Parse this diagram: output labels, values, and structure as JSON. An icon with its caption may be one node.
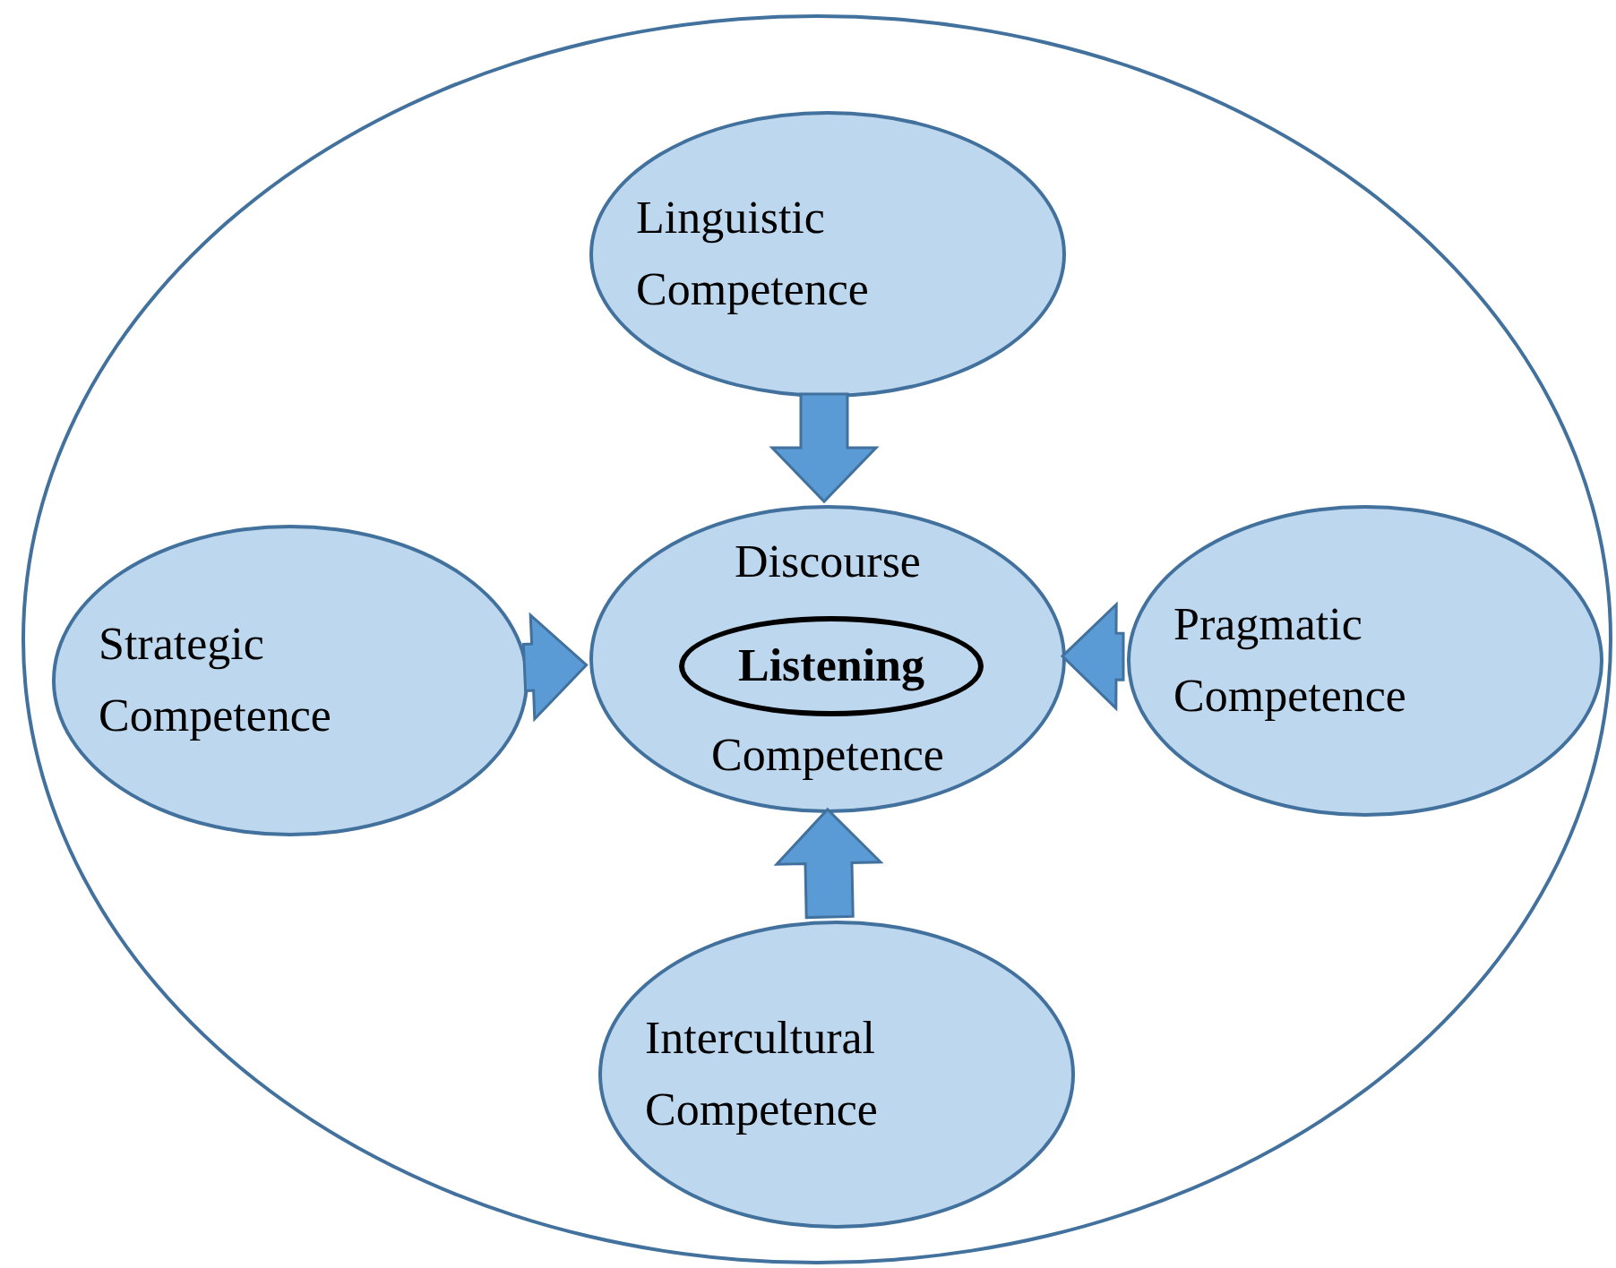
{
  "diagram": {
    "nodes": [
      {
        "text": [],
        "shape": "circle"
      },
      {
        "text": [
          "Linguistic Competence"
        ],
        "in": 0
      },
      {
        "text": [
          "Strategic Competence"
        ],
        "in": 0
      },
      {
        "text": [
          "Discourse",
          "Competence"
        ],
        "in": 0
      },
      {
        "text": [
          "Listening"
        ],
        "in": 3
      },
      {
        "text": [
          "Pragmatic Competence"
        ],
        "in": 0
      },
      {
        "text": [
          "Intercultural Competence"
        ],
        "in": 0
      }
    ],
    "edges": [
      {
        "from": 1,
        "to": 3,
        "arrow": "to"
      },
      {
        "from": 2,
        "to": 3,
        "arrow": "to"
      },
      {
        "from": 5,
        "to": 3,
        "arrow": "to"
      },
      {
        "from": 6,
        "to": 3,
        "arrow": "to"
      }
    ]
  }
}
